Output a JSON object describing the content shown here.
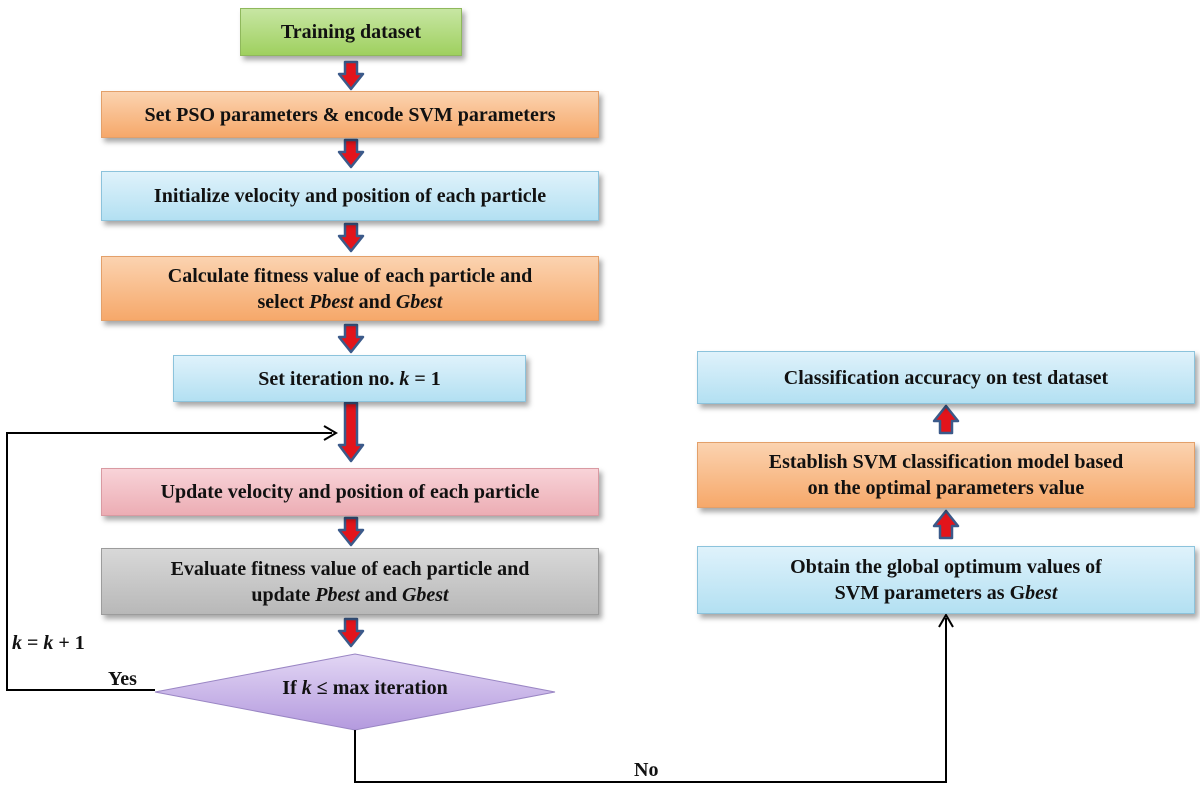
{
  "steps": {
    "training": "Training dataset",
    "set_pso": "Set PSO parameters & encode SVM parameters",
    "initialize": "Initialize velocity and position of each particle",
    "calc_line1": "Calculate fitness value of each particle and",
    "calc_line2_pre": "select ",
    "calc_pbest": "Pbest",
    "calc_and": " and ",
    "calc_gbest": "Gbest",
    "iter_pre": "Set iteration no. ",
    "iter_k": "k",
    "iter_post": " = 1",
    "update": "Update velocity and position of each particle",
    "eval_line1": "Evaluate fitness value of each particle and",
    "eval_line2_pre": "update ",
    "eval_pbest": "Pbest",
    "eval_and": " and ",
    "eval_gbest": "Gbest",
    "decision_pre": "If ",
    "decision_k": "k",
    "decision_post": " ≤ max iteration",
    "classification": "Classification accuracy on test dataset",
    "establish_line1": "Establish SVM classification model based",
    "establish_line2": "on the optimal parameters value",
    "obtain_line1": "Obtain the global optimum values of",
    "obtain_line2_pre": "SVM parameters as G",
    "obtain_best": "best"
  },
  "labels": {
    "k1": "k",
    "keq": " = ",
    "k2": "k",
    "plus": " + 1",
    "yes": "Yes",
    "no": "No"
  },
  "colors": {
    "green": "#9fd05f",
    "orange": "#f6a86a",
    "blue": "#b3e0f2",
    "pink": "#ecadb4",
    "gray": "#b8b8b8",
    "decision": "#c9b3e6",
    "arrow_fill": "#e3141b",
    "arrow_outline": "#3b5a8a"
  }
}
